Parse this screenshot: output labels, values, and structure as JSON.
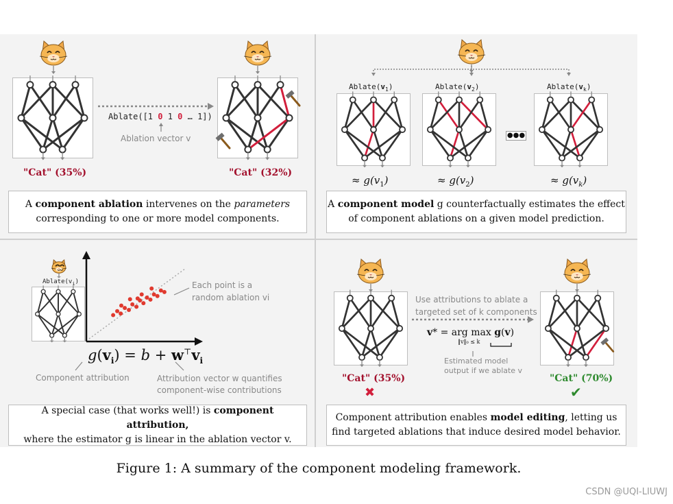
{
  "colors": {
    "accent_red": "#d21f3c",
    "pred_red": "#a3122e",
    "pred_green": "#2e8a2e",
    "gray": "#888888",
    "dark": "#333333"
  },
  "panel1": {
    "ablate_label": "Ablate([1 0 1 0 … 1])",
    "ablate_prefix": "Ablate([1 ",
    "ablate_zero_a": "0",
    "ablate_mid": " 1 ",
    "ablate_zero_b": "0",
    "ablate_suffix": " … 1])",
    "vector_label": "Ablation vector v",
    "pred_before": "\"Cat\" (35%)",
    "pred_after": "\"Cat\" (32%)",
    "summary_pre": "A ",
    "summary_bold": "component ablation",
    "summary_mid": " intervenes on the ",
    "summary_italic": "parameters",
    "summary_line2": "corresponding to one or more model components."
  },
  "panel2": {
    "ablate_labels": [
      "Ablate(v1)",
      "Ablate(v2)",
      "Ablate(vk)"
    ],
    "ablate_text": "Ablate(",
    "ablate_close": ")",
    "subscripts": [
      "1",
      "2",
      "k"
    ],
    "approx": "≈ g(v",
    "approx_close": ")",
    "summary_pre": "A ",
    "summary_bold": "component model",
    "summary_mid": " g counterfactually estimates the effect",
    "summary_line2": "of component ablations on a given model prediction."
  },
  "panel3": {
    "ablate_label": "Ablate(vi)",
    "point_note_1": "Each point is a",
    "point_note_2": "random ablation vi",
    "equation": "g(vi) = b + wᵀvi",
    "attr_label": "Component attribution",
    "vector_label_1": "Attribution vector w quantifies",
    "vector_label_2": "component-wise contributions",
    "summary_line1_pre": "A special case (that works well!) is ",
    "summary_line1_bold": "component attribution,",
    "summary_line2": "where the estimator g is linear in the ablation vector v."
  },
  "panel4": {
    "note_1": "Use attributions to ablate a",
    "note_2": "targeted set of k components",
    "opt_formula": "v* = arg max g(v)",
    "opt_sub": "‖v‖₀ ≤ k",
    "est_1": "Estimated model",
    "est_2": "output if we ablate v",
    "pred_before": "\"Cat\" (35%)",
    "pred_after": "\"Cat\" (70%)",
    "mark_before": "✖",
    "mark_after": "✔",
    "summary_line1_pre": "Component attribution enables ",
    "summary_line1_bold": "model editing",
    "summary_line1_post": ", letting us",
    "summary_line2": "find targeted ablations that induce desired model behavior."
  },
  "caption": "Figure 1: A summary of the component modeling framework.",
  "watermark": "CSDN @UQI-LIUWJ",
  "scatter_points": [
    [
      0.06,
      0.18
    ],
    [
      0.13,
      0.28
    ],
    [
      0.19,
      0.22
    ],
    [
      0.26,
      0.36
    ],
    [
      0.33,
      0.31
    ],
    [
      0.39,
      0.45
    ],
    [
      0.46,
      0.39
    ],
    [
      0.52,
      0.55
    ],
    [
      0.58,
      0.48
    ],
    [
      0.64,
      0.62
    ],
    [
      0.7,
      0.57
    ],
    [
      0.76,
      0.7
    ],
    [
      0.82,
      0.66
    ],
    [
      0.88,
      0.8
    ],
    [
      0.94,
      0.76
    ],
    [
      0.35,
      0.58
    ],
    [
      0.55,
      0.7
    ],
    [
      0.72,
      0.85
    ],
    [
      0.2,
      0.42
    ],
    [
      0.48,
      0.6
    ]
  ]
}
